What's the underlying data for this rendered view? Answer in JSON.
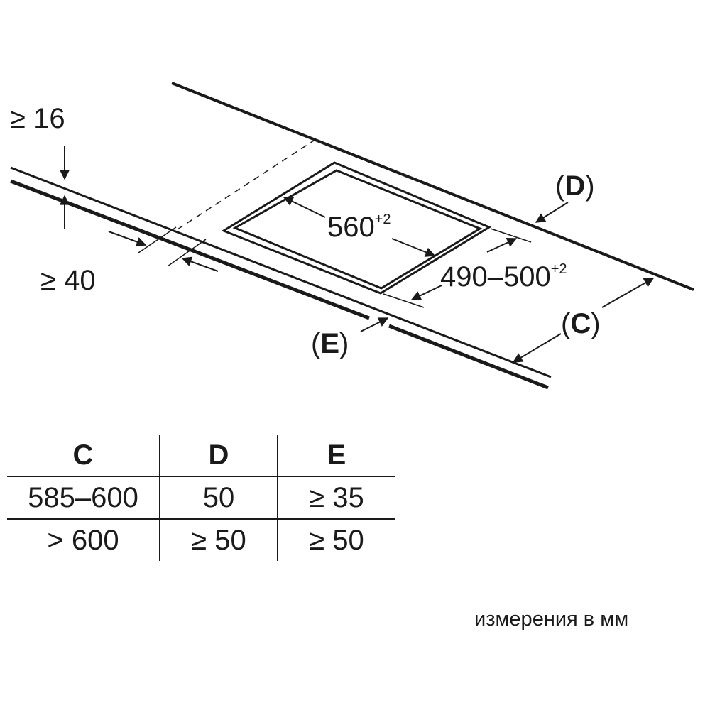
{
  "diagram": {
    "min_thickness": "≥ 16",
    "min_front_edge": "≥ 40",
    "cutout_width": "560",
    "cutout_width_tol": "+2",
    "cutout_depth": "490–500",
    "cutout_depth_tol": "+2",
    "label_d": "D",
    "label_c": "C",
    "label_e": "E"
  },
  "table": {
    "headers": [
      "C",
      "D",
      "E"
    ],
    "rows": [
      [
        "585–600",
        "50",
        "≥ 35"
      ],
      [
        "> 600",
        "≥ 50",
        "≥ 50"
      ]
    ]
  },
  "units_note": "измерения в мм"
}
